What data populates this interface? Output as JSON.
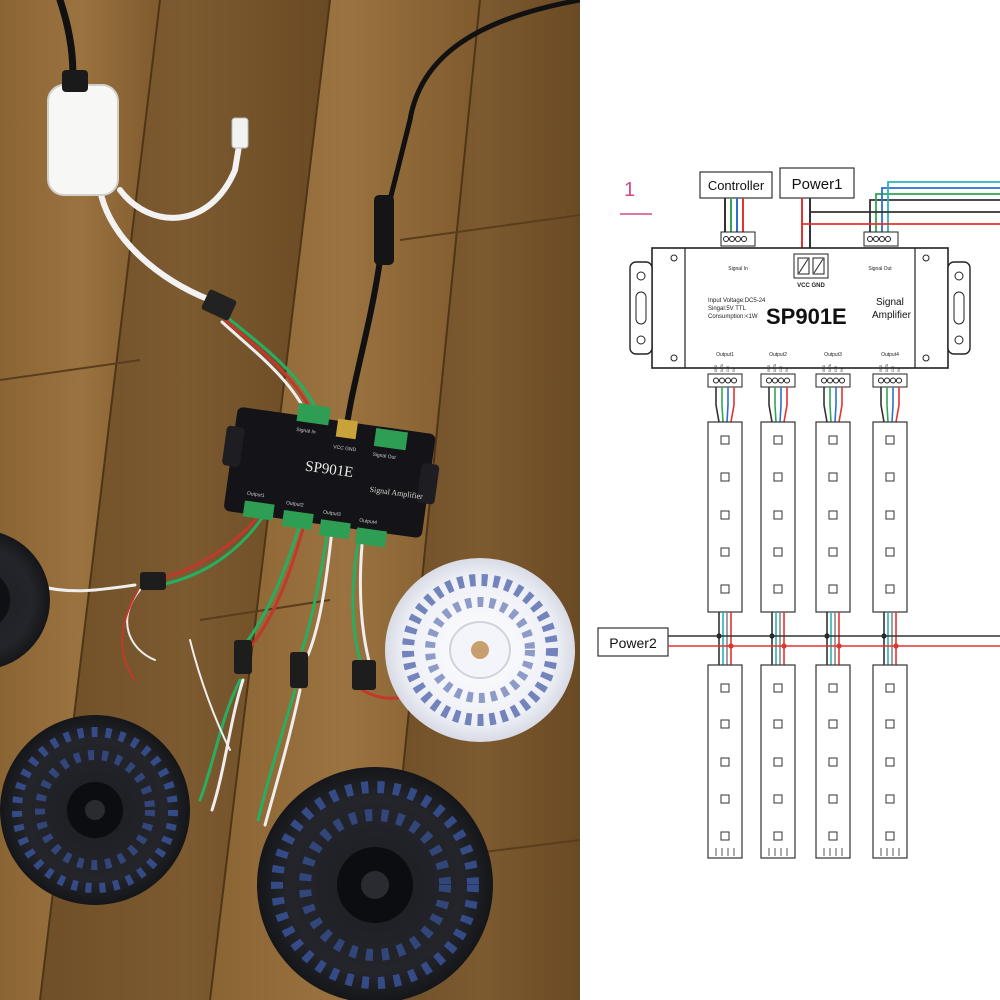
{
  "photo": {
    "device_brand": "SP901E",
    "device_sub": "Signal Amplifier",
    "vcc_gnd": "VCC GND",
    "signal_in": "Signal In",
    "signal_out": "Signal Out",
    "outputs": [
      "Output1",
      "Output2",
      "Output3",
      "Output4"
    ]
  },
  "diagram": {
    "marker": "1",
    "controller_label": "Controller",
    "power1_label": "Power1",
    "power2_label": "Power2",
    "model": "SP901E",
    "subtitle_line1": "Signal",
    "subtitle_line2": "Amplifier",
    "spec_line1": "Input Voltage:DC5-24",
    "spec_line2": "Singal:5V TTL",
    "spec_line3": "Consumption:<1W",
    "vcc_gnd": "VCC GND",
    "signal_in": "Signal In",
    "signal_out": "Signal Out",
    "outputs": [
      "Output1",
      "Output2",
      "Output3",
      "Output4"
    ],
    "pins": [
      "GND",
      "DATA",
      "CLK",
      "5V"
    ],
    "wire_colors": {
      "red": "#e23333",
      "green": "#2fa84f",
      "blue": "#2d6fd1",
      "cyan": "#2bb3b8",
      "black": "#333333",
      "white": "#bbbbbb",
      "gray": "#888888"
    }
  }
}
